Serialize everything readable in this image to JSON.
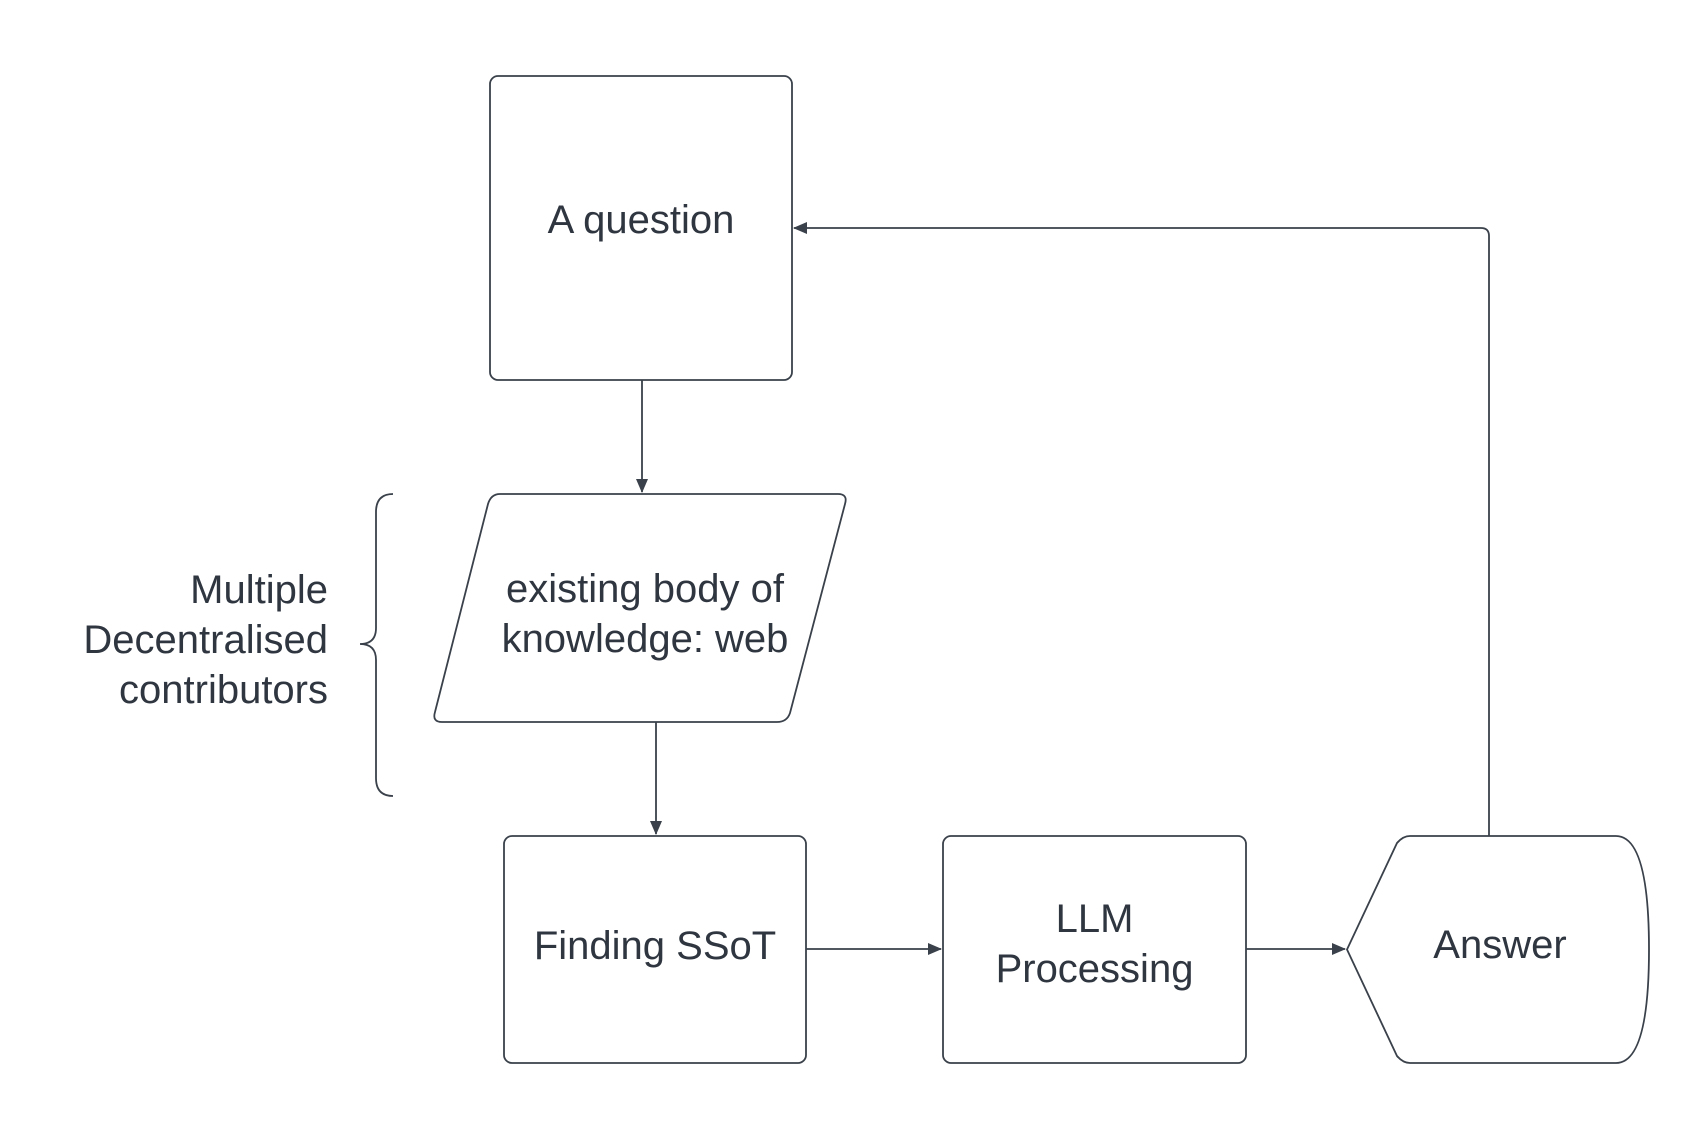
{
  "nodes": {
    "question": {
      "label": "A question"
    },
    "knowledge": {
      "label": "existing body of\nknowledge: web"
    },
    "finding": {
      "label": "Finding SSoT"
    },
    "llm": {
      "label": "LLM\nProcessing"
    },
    "answer": {
      "label": "Answer"
    }
  },
  "annotation": {
    "label": "Multiple\nDecentralised\ncontributors"
  },
  "edges": [
    {
      "from": "question",
      "to": "knowledge"
    },
    {
      "from": "knowledge",
      "to": "finding"
    },
    {
      "from": "finding",
      "to": "llm"
    },
    {
      "from": "llm",
      "to": "answer"
    },
    {
      "from": "answer",
      "to": "question"
    }
  ],
  "colors": {
    "stroke": "#3a414a",
    "text": "#2f3640",
    "background": "#ffffff"
  }
}
